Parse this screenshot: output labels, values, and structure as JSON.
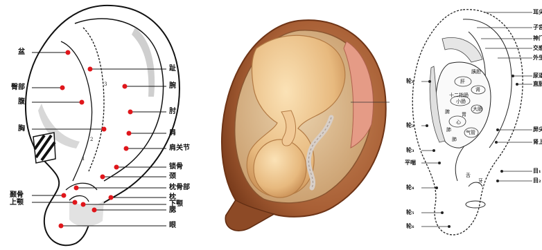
{
  "left_ear": {
    "labels": {
      "pen": "盆",
      "gu": "趾",
      "tunbu": "臀部",
      "wan": "腕",
      "fu": "腹",
      "zhou": "肘",
      "xiong": "胸",
      "jian": "肩",
      "jianguanjie": "肩关节",
      "suogu": "锁骨",
      "jing": "颈",
      "niegu": "颞骨",
      "shangwu": "上颚",
      "zhengubu": "枕骨部",
      "zhen": "枕",
      "xiae": "下颚",
      "sai": "腮",
      "yan": "眼"
    },
    "line_numbers": [
      "1",
      "2",
      "3"
    ]
  },
  "right_ear": {
    "left_labels": {
      "lun1": "轮₁",
      "lun2": "轮₂",
      "lun3": "轮₃",
      "pingjian": "平喘",
      "lun4": "轮₄",
      "lun5": "轮₅",
      "lun6": "轮₆"
    },
    "right_labels": {
      "erjian": "耳尖",
      "zigong": "子宫",
      "shenmen": "神门",
      "jiaogan": "交感",
      "waisheng": "外生殖器",
      "niaodao": "尿道",
      "zhichang": "直肠",
      "pingjian2": "屏尖",
      "shenshang": "肾上腺",
      "mu1": "目₁",
      "mu2": "目₂"
    },
    "inner_labels": {
      "yidan": "胰胆",
      "gan": "肝",
      "shen": "肾",
      "shierzhichang": "十二指肠",
      "xiaochang": "小肠",
      "dachang": "大肠",
      "pi": "脾",
      "wei": "胃",
      "xin": "心",
      "fei": "肺",
      "qi": "气管",
      "fei2": "肺",
      "she": "舌",
      "ya": "牙"
    }
  }
}
